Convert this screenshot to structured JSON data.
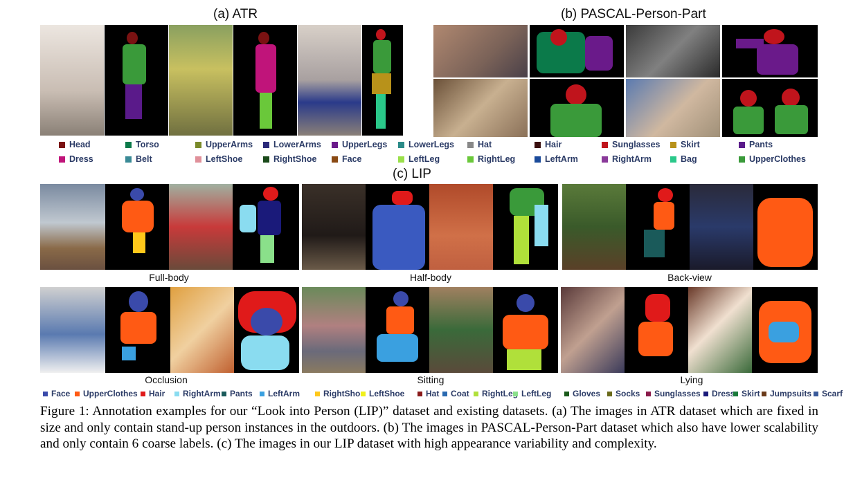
{
  "sections": {
    "atr_title": "(a) ATR",
    "pascal_title": "(b) PASCAL-Person-Part",
    "lip_title": "(c) LIP"
  },
  "atr_pascal_legend": [
    {
      "label": "Head",
      "color": "#7a1212"
    },
    {
      "label": "Torso",
      "color": "#0b7a4a"
    },
    {
      "label": "UpperArms",
      "color": "#7a8a2a"
    },
    {
      "label": "LowerArms",
      "color": "#2b2a7a"
    },
    {
      "label": "UpperLegs",
      "color": "#6a1a8a"
    },
    {
      "label": "LowerLegs",
      "color": "#2a8a88"
    },
    {
      "label": "Hat",
      "color": "#888888"
    },
    {
      "label": "Hair",
      "color": "#3a1010"
    },
    {
      "label": "Sunglasses",
      "color": "#c0141c"
    },
    {
      "label": "Skirt",
      "color": "#b8921a"
    },
    {
      "label": "Pants",
      "color": "#5a1a8a"
    },
    {
      "label": "Dress",
      "color": "#c0147a"
    },
    {
      "label": "Belt",
      "color": "#3a8a96"
    },
    {
      "label": "LeftShoe",
      "color": "#e0909a"
    },
    {
      "label": "RightShoe",
      "color": "#1a4a1a"
    },
    {
      "label": "Face",
      "color": "#8a4a14"
    },
    {
      "label": "LeftLeg",
      "color": "#9ae04a"
    },
    {
      "label": "RightLeg",
      "color": "#6ac83a"
    },
    {
      "label": "LeftArm",
      "color": "#1a4a9a"
    },
    {
      "label": "RightArm",
      "color": "#8a3a9a"
    },
    {
      "label": "Bag",
      "color": "#2ac88a"
    },
    {
      "label": "UpperClothes",
      "color": "#3a9a3a"
    }
  ],
  "lip_subcaptions": {
    "full_body": "Full-body",
    "half_body": "Half-body",
    "back_view": "Back-view",
    "occlusion": "Occlusion",
    "sitting": "Sitting",
    "lying": "Lying"
  },
  "lip_legend": [
    {
      "label": "Face",
      "color": "#3a4aaa"
    },
    {
      "label": "UpperClothes",
      "color": "#ff5a14"
    },
    {
      "label": "Hair",
      "color": "#e01a1a"
    },
    {
      "label": "RightArm",
      "color": "#8adcf0"
    },
    {
      "label": "Pants",
      "color": "#1a5a5a"
    },
    {
      "label": "LeftArm",
      "color": "#3aa0e0"
    },
    {
      "label": "RightShoe",
      "color": "#ffc81a"
    },
    {
      "label": "LeftShoe",
      "color": "#f0f01a"
    },
    {
      "label": "Hat",
      "color": "#8a1a1a"
    },
    {
      "label": "Coat",
      "color": "#2a6ab0"
    },
    {
      "label": "RightLeg",
      "color": "#b0e03a"
    },
    {
      "label": "LeftLeg",
      "color": "#8ae08a"
    },
    {
      "label": "Gloves",
      "color": "#1a5a1a"
    },
    {
      "label": "Socks",
      "color": "#6a6a1a"
    },
    {
      "label": "Sunglasses",
      "color": "#8a1a4a"
    },
    {
      "label": "Dress",
      "color": "#1a1a7a"
    },
    {
      "label": "Skirt",
      "color": "#1a7a3a"
    },
    {
      "label": "Jumpsuits",
      "color": "#6a3a1a"
    },
    {
      "label": "Scarf",
      "color": "#3a5a9a"
    }
  ],
  "caption": "Figure 1: Annotation examples for our “Look into Person (LIP)” dataset and existing datasets. (a) The images in ATR dataset which are fixed in size and only contain stand-up person instances in the outdoors. (b) The images in PASCAL-Person-Part dataset which also have lower scalability and only contain 6 coarse labels. (c) The images in our LIP dataset with high appearance variability and complexity."
}
